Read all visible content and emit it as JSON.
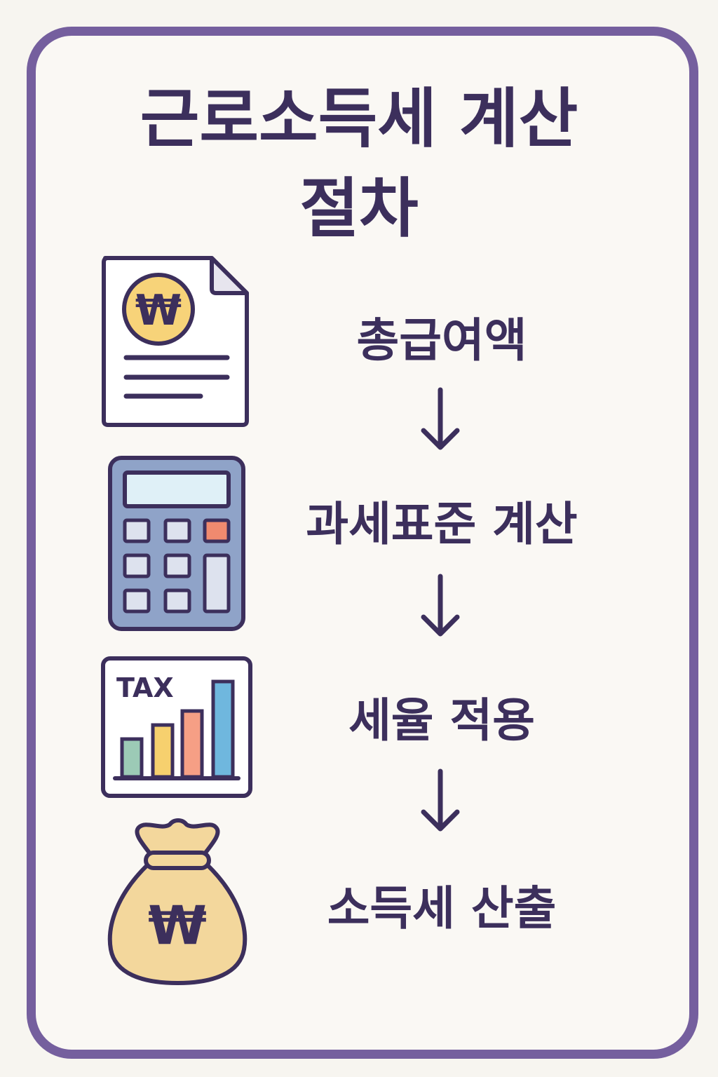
{
  "title_lines": [
    "근로소득세 계산",
    "절차"
  ],
  "steps": [
    {
      "label": "총급여액",
      "icon": "won-document-icon"
    },
    {
      "label": "과세표준 계산",
      "icon": "calculator-icon"
    },
    {
      "label": "세율 적용",
      "icon": "tax-bar-chart-icon"
    },
    {
      "label": "소득세 산출",
      "icon": "money-bag-icon"
    }
  ],
  "tax_icon_text": "TAX",
  "currency_symbol": "₩",
  "colors": {
    "frame": "#755f9e",
    "text": "#3c2f5c",
    "coin": "#f7d379",
    "bag": "#f3d79c",
    "calculator_body": "#8fa3c8",
    "calculator_screen": "#dff0f7",
    "calculator_key": "#dde2ee",
    "calculator_key_accent": "#f08a6f",
    "bars": [
      "#9ccab6",
      "#f6d06e",
      "#f69f85",
      "#6fb7de"
    ]
  }
}
